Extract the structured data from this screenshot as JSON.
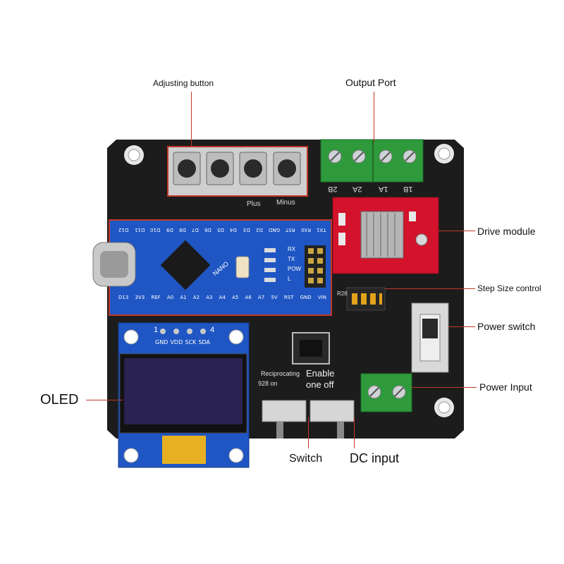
{
  "callouts": {
    "adjusting_button": "Adjusting button",
    "output_port": "Output Port",
    "drive_module": "Drive module",
    "step_size_control": "Step Size control",
    "power_switch": "Power switch",
    "power_input": "Power Input",
    "oled": "OLED",
    "switch": "Switch",
    "dc_input": "DC input"
  },
  "board_text": {
    "button_labels": [
      "Plus",
      "Minus"
    ],
    "output_pins": [
      "2B",
      "2A",
      "1A",
      "1B"
    ],
    "nano_top_pins": [
      "D12",
      "D11",
      "D10",
      "D9",
      "D8",
      "D7",
      "D6",
      "D5",
      "D4",
      "D3",
      "D2",
      "GND",
      "RST",
      "RX0",
      "TX1"
    ],
    "nano_bottom_pins": [
      "D13",
      "3V3",
      "REF",
      "A0",
      "A1",
      "A2",
      "A3",
      "A4",
      "A5",
      "A6",
      "A7",
      "5V",
      "RST",
      "GND",
      "VIN"
    ],
    "nano_name": "NANO",
    "nano_leds": [
      "RX",
      "TX",
      "POW",
      "L"
    ],
    "oled_pins": [
      "GND",
      "VDD",
      "SCK",
      "SDA"
    ],
    "oled_pin_numbers": [
      "1",
      "4"
    ],
    "switch_text": [
      "Reciprocating",
      "928 on"
    ],
    "enable_text": [
      "Enable",
      "one off"
    ],
    "r28": "R28"
  },
  "colors": {
    "board": "#1c1c1c",
    "nano_blue": "#1f56c4",
    "driver_red": "#d3122c",
    "terminal_green": "#2e9a3c",
    "oled_screen": "#2a2250",
    "callout_line": "#c0392b"
  }
}
